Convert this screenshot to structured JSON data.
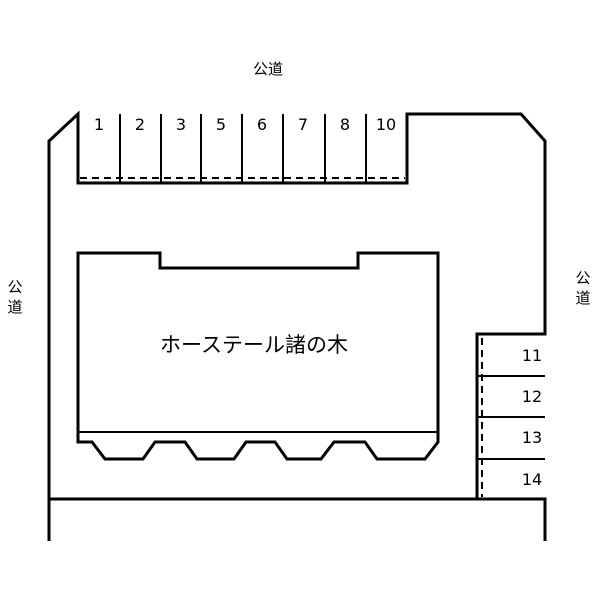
{
  "roads": {
    "top": "公道",
    "left": "公道",
    "right": "公道"
  },
  "building": {
    "name": "ホーステール諸の木"
  },
  "parking": {
    "top_row": [
      "1",
      "2",
      "3",
      "5",
      "6",
      "7",
      "8",
      "10"
    ],
    "right_column": [
      "11",
      "12",
      "13",
      "14"
    ]
  },
  "colors": {
    "line": "#000000",
    "background": "#ffffff"
  }
}
